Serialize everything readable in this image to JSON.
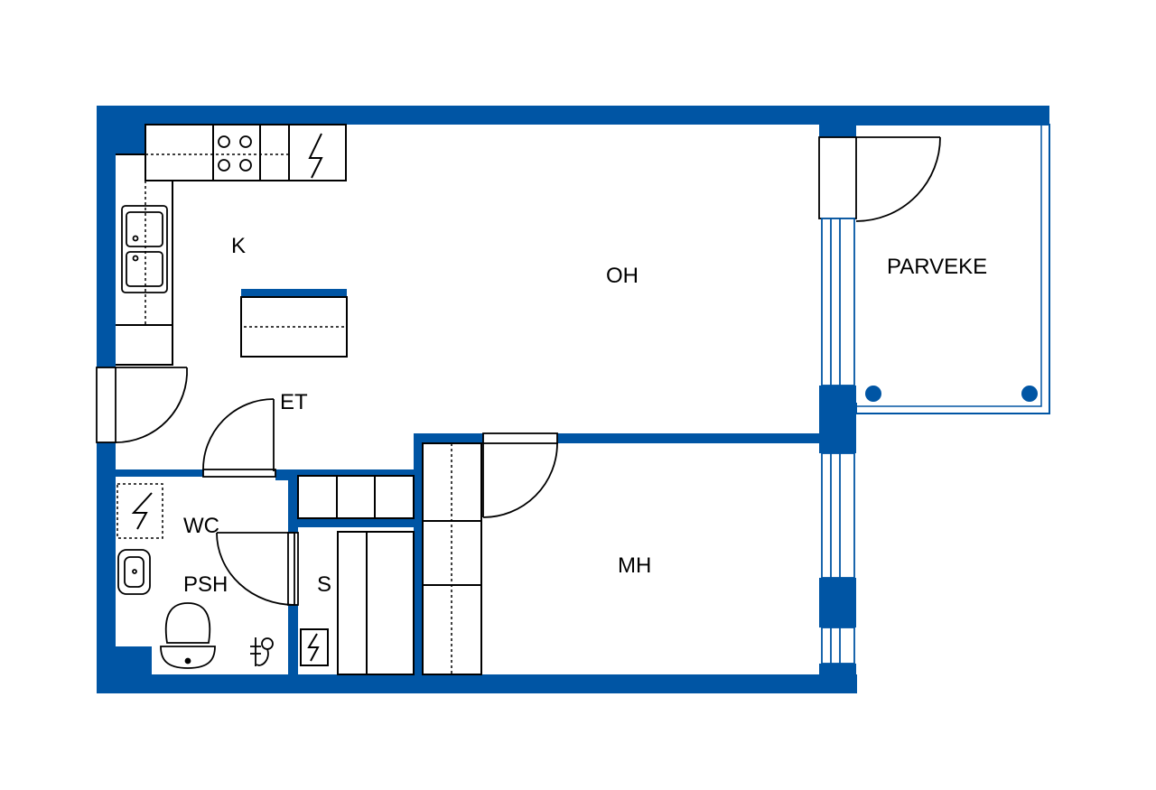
{
  "colors": {
    "wall": "#0055a4",
    "line": "#000000",
    "window": "#0055a4",
    "background": "#ffffff"
  },
  "rooms": {
    "kitchen": "K",
    "living_room": "OH",
    "balcony": "PARVEKE",
    "entrance": "ET",
    "toilet": "WC",
    "bathroom": "PSH",
    "storage": "S",
    "bedroom": "MH"
  },
  "icons": [
    "stove-icon",
    "fridge-icon",
    "sink-icon",
    "washbasin-icon",
    "toilet-icon",
    "shower-icon",
    "electric-panel-icon",
    "door-swing-icon",
    "window-icon"
  ]
}
